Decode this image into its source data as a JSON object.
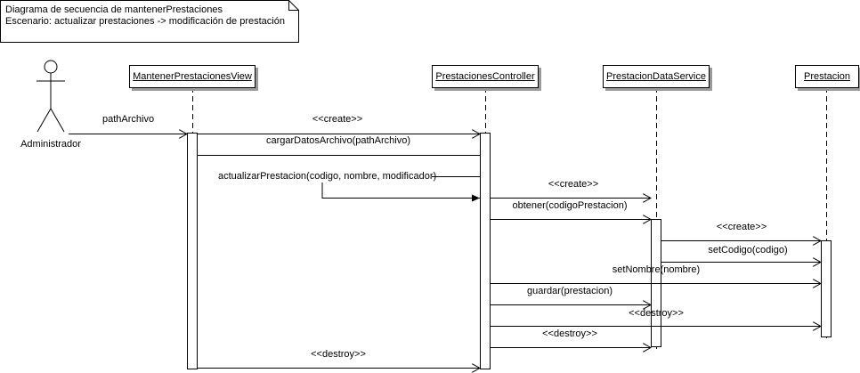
{
  "note": {
    "line1": "Diagrama de secuencia de mantenerPrestaciones",
    "line2": "Escenario: actualizar prestaciones -> modificación de prestación"
  },
  "actor": {
    "name": "Administrador"
  },
  "lifelines": {
    "view": "MantenerPrestacionesView",
    "controller": "PrestacionesController",
    "dataservice": "PrestacionDataService",
    "entity": "Prestacion"
  },
  "messages": {
    "m1": "pathArchivo",
    "m2": "<<create>>",
    "m3": "cargarDatosArchivo(pathArchivo)",
    "m4": "actualizarPrestacion(codigo, nombre, modificador)",
    "m5": "<<create>>",
    "m6": "obtener(codigoPrestacion)",
    "m7": "<<create>>",
    "m8": "setCodigo(codigo)",
    "m9": "setNombre(nombre)",
    "m10": "guardar(prestacion)",
    "m11": "<<destroy>>",
    "m12": "<<destroy>>",
    "m13": "<<destroy>>"
  }
}
